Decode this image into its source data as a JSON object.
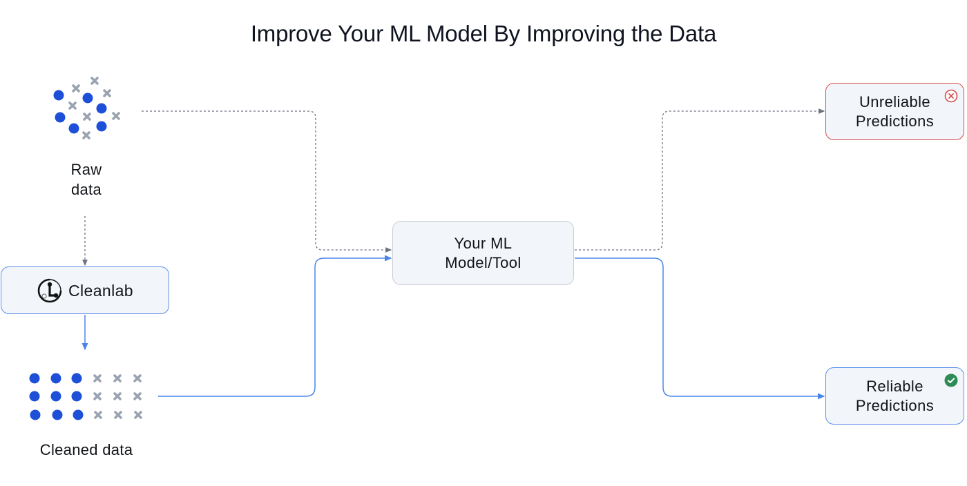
{
  "title": "Improve Your ML Model By Improving the Data",
  "nodes": {
    "raw_data": {
      "label": "Raw\ndata",
      "icon": "scatter-points-icon"
    },
    "cleanlab": {
      "label": "Cleanlab",
      "icon": "cleanlab-logo-icon"
    },
    "cleaned_data": {
      "label": "Cleaned data",
      "icon": "grid-points-icon"
    },
    "model": {
      "label": "Your ML\nModel/Tool"
    },
    "unreliable": {
      "label": "Unreliable\nPredictions",
      "badge": "x-circle-icon"
    },
    "reliable": {
      "label": "Reliable\nPredictions",
      "badge": "check-circle-icon"
    }
  },
  "edges": [
    {
      "from": "raw_data",
      "to": "model",
      "style": "dotted"
    },
    {
      "from": "raw_data",
      "to": "cleanlab",
      "style": "dotted"
    },
    {
      "from": "cleanlab",
      "to": "cleaned_data",
      "style": "solid"
    },
    {
      "from": "cleaned_data",
      "to": "model",
      "style": "solid"
    },
    {
      "from": "model",
      "to": "unreliable",
      "style": "dotted"
    },
    {
      "from": "model",
      "to": "reliable",
      "style": "solid"
    }
  ],
  "colors": {
    "dot_blue": "#1d4fd8",
    "cross_grey": "#9aa3b2",
    "solid_edge": "#4a86e8",
    "dotted_edge": "#6b7280",
    "error_red": "#d94a4a",
    "success_green": "#2e8b57"
  }
}
